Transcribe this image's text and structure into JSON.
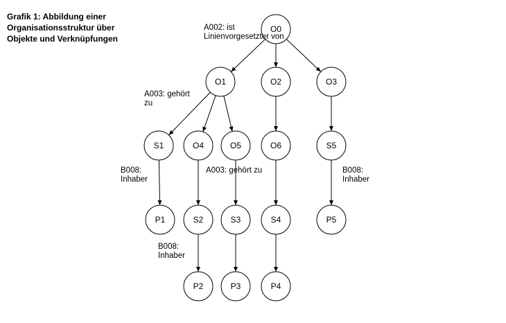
{
  "title_lines": [
    "Grafik 1: Abbildung einer",
    "Organisationsstruktur über",
    "Objekte und Verknüpfungen"
  ],
  "nodes": [
    {
      "id": "O0",
      "label": "O0"
    },
    {
      "id": "O1",
      "label": "O1"
    },
    {
      "id": "O2",
      "label": "O2"
    },
    {
      "id": "O3",
      "label": "O3"
    },
    {
      "id": "S1",
      "label": "S1"
    },
    {
      "id": "O4",
      "label": "O4"
    },
    {
      "id": "O5",
      "label": "O5"
    },
    {
      "id": "O6",
      "label": "O6"
    },
    {
      "id": "S5",
      "label": "S5"
    },
    {
      "id": "P1",
      "label": "P1"
    },
    {
      "id": "S2",
      "label": "S2"
    },
    {
      "id": "S3",
      "label": "S3"
    },
    {
      "id": "S4",
      "label": "S4"
    },
    {
      "id": "P5",
      "label": "P5"
    },
    {
      "id": "P2",
      "label": "P2"
    },
    {
      "id": "P3",
      "label": "P3"
    },
    {
      "id": "P4",
      "label": "P4"
    }
  ],
  "edges": [
    {
      "from": "O0",
      "to": "O1"
    },
    {
      "from": "O0",
      "to": "O2"
    },
    {
      "from": "O0",
      "to": "O3"
    },
    {
      "from": "O1",
      "to": "S1"
    },
    {
      "from": "O1",
      "to": "O4"
    },
    {
      "from": "O1",
      "to": "O5"
    },
    {
      "from": "O2",
      "to": "O6"
    },
    {
      "from": "O3",
      "to": "S5"
    },
    {
      "from": "S1",
      "to": "P1"
    },
    {
      "from": "O4",
      "to": "S2"
    },
    {
      "from": "O5",
      "to": "S3"
    },
    {
      "from": "O6",
      "to": "S4"
    },
    {
      "from": "S5",
      "to": "P5"
    },
    {
      "from": "S2",
      "to": "P2"
    },
    {
      "from": "S3",
      "to": "P3"
    },
    {
      "from": "S4",
      "to": "P4"
    }
  ],
  "edge_labels": [
    {
      "id": "a002",
      "lines": [
        "A002: ist",
        "Linienvorgesetzter von"
      ]
    },
    {
      "id": "a003-top",
      "lines": [
        "A003: gehört",
        "zu"
      ]
    },
    {
      "id": "a003-mid",
      "lines": [
        "A003: gehört zu"
      ]
    },
    {
      "id": "b008-left",
      "lines": [
        "B008:",
        "Inhaber"
      ]
    },
    {
      "id": "b008-right",
      "lines": [
        "B008:",
        "Inhaber"
      ]
    },
    {
      "id": "b008-bottom",
      "lines": [
        "B008:",
        "Inhaber"
      ]
    }
  ]
}
